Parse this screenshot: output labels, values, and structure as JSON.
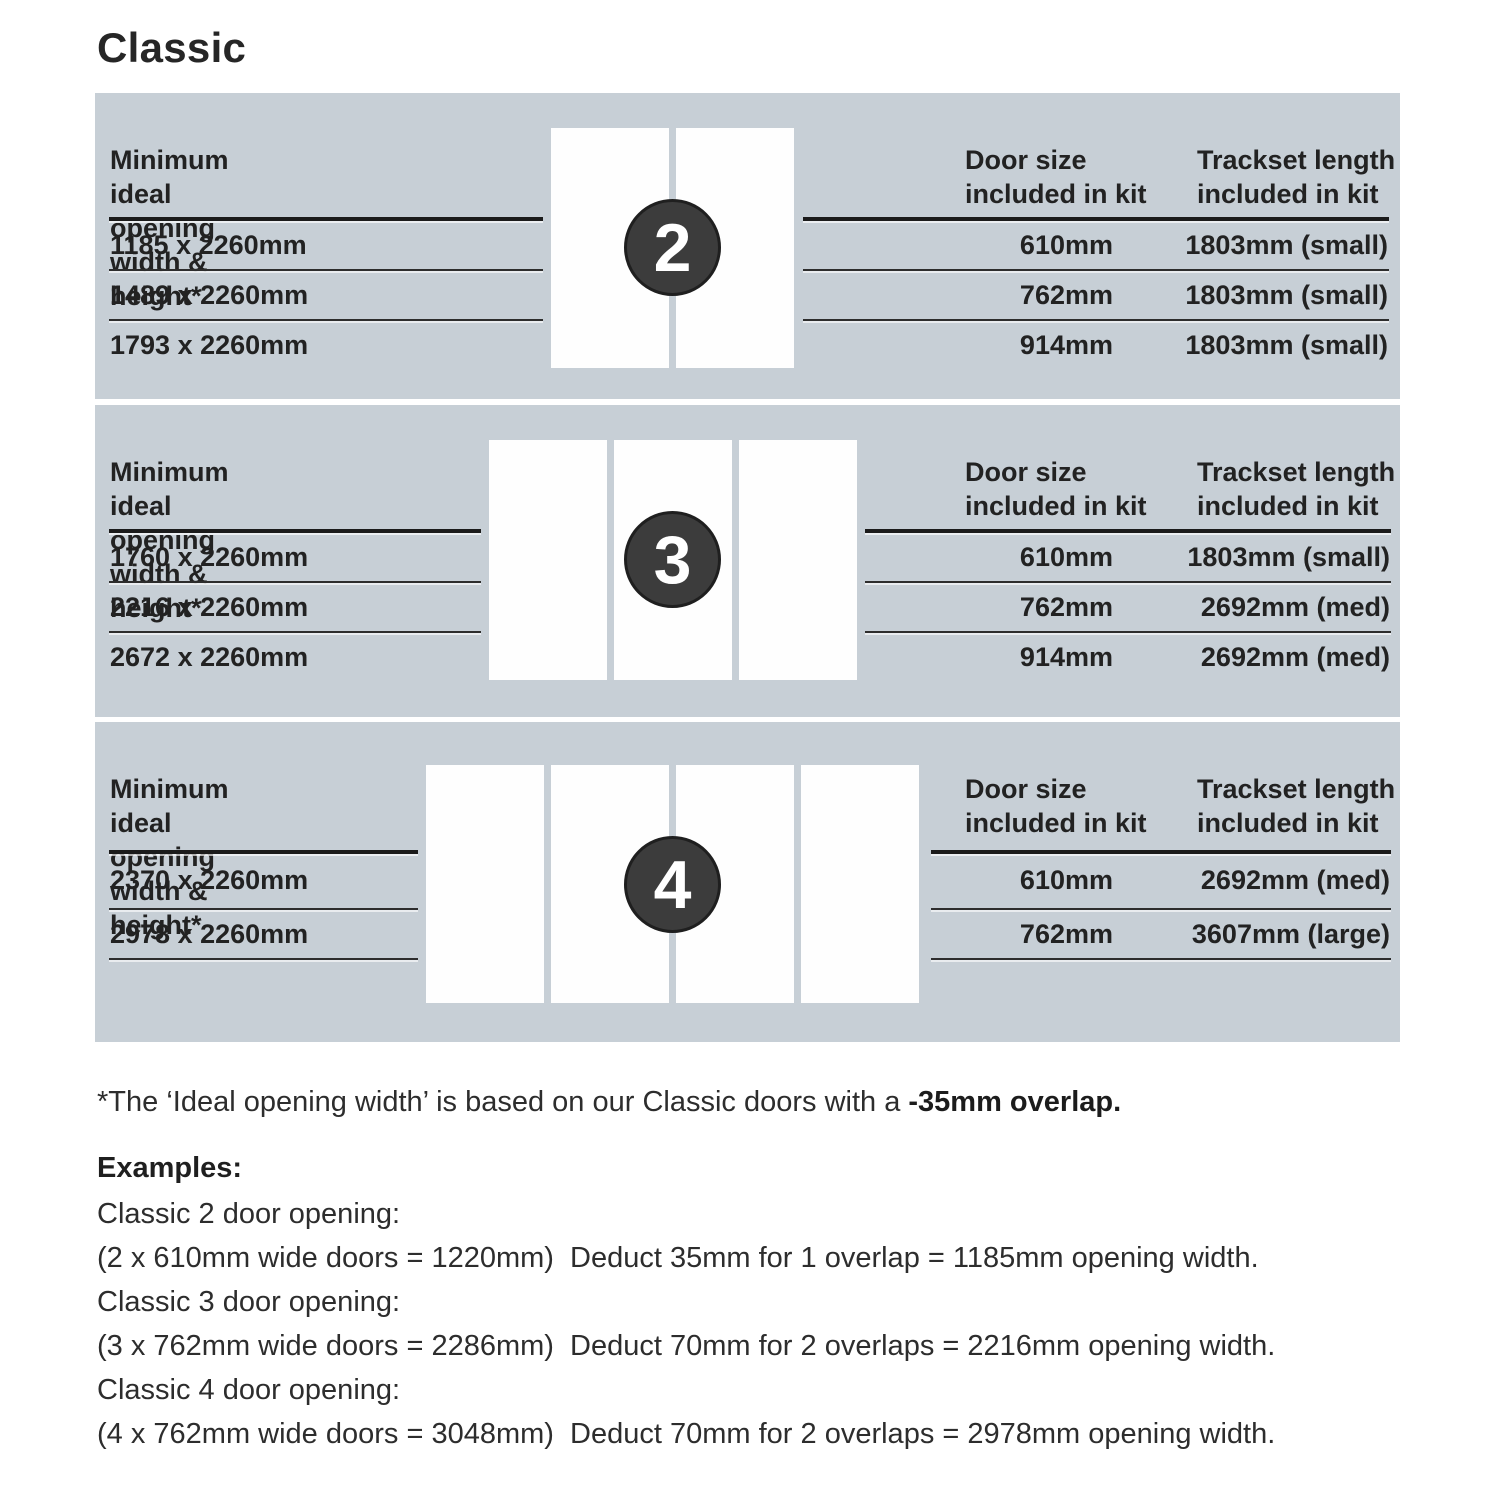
{
  "title": "Classic",
  "opening_header": [
    "Minimum ideal",
    "opening width & height*"
  ],
  "door_size_header": [
    "Door size",
    "included in kit"
  ],
  "trackset_header": [
    "Trackset length",
    "included in kit"
  ],
  "panels": [
    {
      "door_count": "2",
      "openings": [
        "1185 x 2260mm",
        "1489 x 2260mm",
        "1793 x 2260mm"
      ],
      "rows": [
        {
          "door_size": "610mm",
          "trackset": "1803mm (small)"
        },
        {
          "door_size": "762mm",
          "trackset": "1803mm (small)"
        },
        {
          "door_size": "914mm",
          "trackset": "1803mm (small)"
        }
      ]
    },
    {
      "door_count": "3",
      "openings": [
        "1760 x 2260mm",
        "2216 x 2260mm",
        "2672 x 2260mm"
      ],
      "rows": [
        {
          "door_size": "610mm",
          "trackset": "1803mm (small)"
        },
        {
          "door_size": "762mm",
          "trackset": "2692mm (med)"
        },
        {
          "door_size": "914mm",
          "trackset": "2692mm (med)"
        }
      ]
    },
    {
      "door_count": "4",
      "openings": [
        "2370 x 2260mm",
        "2978 x 2260mm"
      ],
      "rows": [
        {
          "door_size": "610mm",
          "trackset": "2692mm (med)"
        },
        {
          "door_size": "762mm",
          "trackset": "3607mm (large)"
        }
      ]
    }
  ],
  "footnote": {
    "text": "*The ‘Ideal opening width’ is based on our Classic doors with a ",
    "bold": "-35mm overlap."
  },
  "examples": {
    "heading": "Examples:",
    "items": [
      {
        "label": "Classic 2 door opening:",
        "detail": "(2 x 610mm wide doors = 1220mm)  Deduct 35mm for 1 overlap = 1185mm opening width."
      },
      {
        "label": "Classic 3 door opening:",
        "detail": "(3 x 762mm wide doors = 2286mm)  Deduct 70mm for 2 overlaps = 2216mm opening width."
      },
      {
        "label": "Classic 4 door opening:",
        "detail": "(4 x 762mm wide doors = 3048mm)  Deduct 70mm for 2 overlaps = 2978mm opening width."
      }
    ]
  },
  "colors": {
    "panel_bg": "#c7cfd6",
    "badge_bg": "#3c3c3c",
    "door": "#fefefe",
    "line_dark": "#1b1b1b",
    "text": "#232323"
  }
}
